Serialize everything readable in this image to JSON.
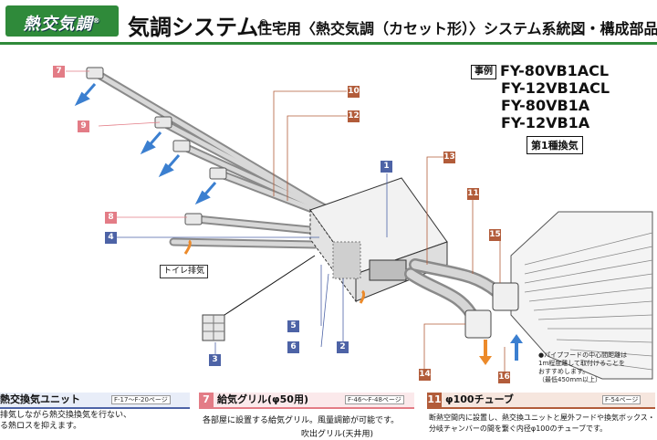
{
  "header": {
    "logo": "熱交気調",
    "logo_mark": "®",
    "system": "気調システム",
    "system_mark": "®",
    "subtitle": "住宅用〈熱交気調（カセット形）〉システム系統図・構成部品例"
  },
  "models": {
    "badge": "事例",
    "list": [
      "FY-80VB1ACL",
      "FY-12VB1ACL",
      "FY-80VB1A",
      "FY-12VB1A"
    ],
    "kind": "第1種換気"
  },
  "diagram": {
    "labels": [
      "7",
      "9",
      "8",
      "4",
      "10",
      "12",
      "1",
      "13",
      "11",
      "15",
      "5",
      "6",
      "2",
      "3",
      "14",
      "16"
    ],
    "toilet": "トイレ排気",
    "note": [
      "●パイプフードの中心間距離は",
      "1m程度離して取付けることを",
      "おすすめします。",
      "（最低450mm以上）"
    ],
    "colors": {
      "pink": "#e37c86",
      "blue": "#4d63a6",
      "brown": "#b25c3a",
      "supply_arrow": "#3b7fd0",
      "exhaust_arrow": "#ec8a2a"
    }
  },
  "sections": [
    {
      "num": "",
      "title": "熱交換気ユニット",
      "ref": "F-17〜F-20ページ",
      "desc": [
        "排気しながら熱交換換気を行ない、",
        "る熱ロスを抑えます。"
      ]
    },
    {
      "num": "7",
      "title": "給気グリル(φ50用)",
      "ref": "F-46〜F-48ページ",
      "desc": [
        "各部屋に設置する給気グリル。風量調節が可能です。",
        "吹出グリル(天井用)"
      ]
    },
    {
      "num": "11",
      "title": "φ100チューブ",
      "ref": "F-54ページ",
      "desc": [
        "断熱空間内に設置し、熱交換ユニットと屋外フードや換気ボックス・",
        "分岐チャンバーの間を繋ぐ内径φ100のチューブです。"
      ]
    }
  ]
}
